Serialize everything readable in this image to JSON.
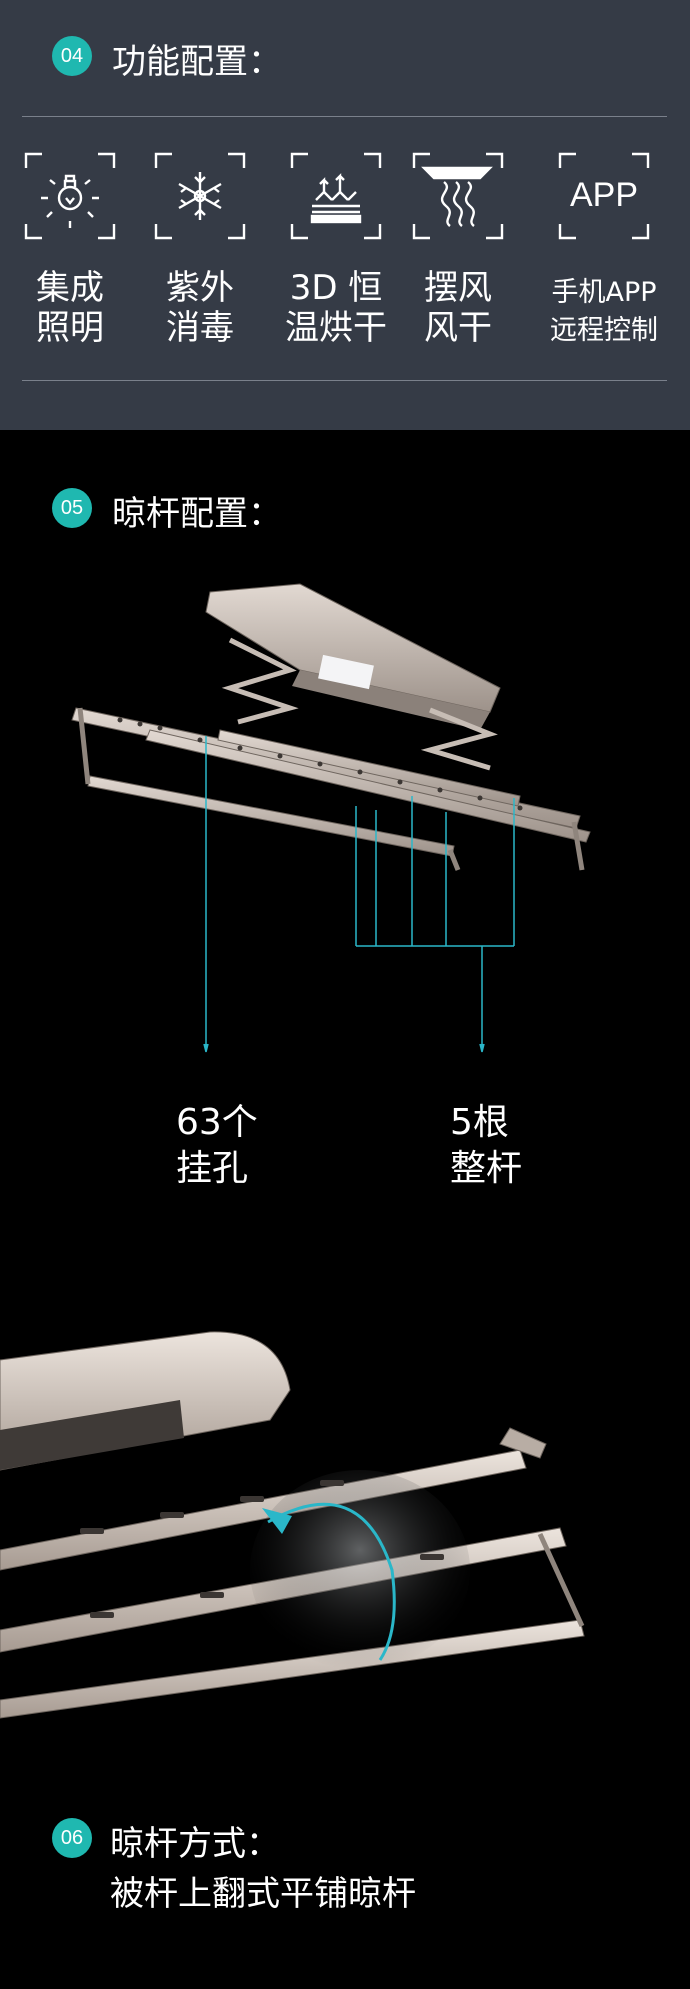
{
  "features_section": {
    "number": "04",
    "title": "功能配置：",
    "items": [
      {
        "icon": "bulb-icon",
        "line1": "集成",
        "line2": "照明"
      },
      {
        "icon": "snowflake-icon",
        "line1": "紫外",
        "line2": "消毒"
      },
      {
        "icon": "heat-drying-icon",
        "line1": "3D 恒",
        "line2": "温烘干"
      },
      {
        "icon": "wind-icon",
        "line1": "摆风",
        "line2": "风干"
      },
      {
        "icon": "app-icon",
        "icon_text": "APP",
        "line1": "手机APP",
        "line2": "远程控制"
      }
    ]
  },
  "pole_config_section": {
    "number": "05",
    "title": "晾杆配置：",
    "callouts": [
      {
        "line1": "63个",
        "line2": "挂孔"
      },
      {
        "line1": "5根",
        "line2": "整杆"
      }
    ]
  },
  "pole_mode_section": {
    "number": "06",
    "title": "晾杆方式：",
    "subtitle": "被杆上翻式平铺晾杆"
  },
  "colors": {
    "panel_bg": "#353b46",
    "page_bg": "#000000",
    "accent": "#1fb8b0",
    "callout_line": "#2ab7c9"
  }
}
